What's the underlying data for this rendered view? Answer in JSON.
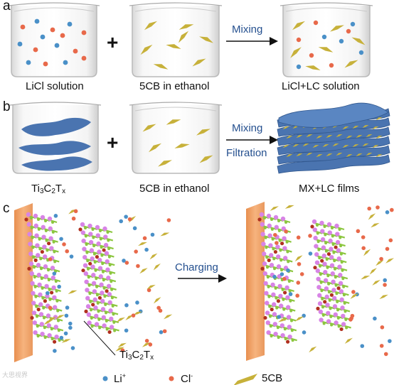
{
  "panels": {
    "a": {
      "letter": "a",
      "beaker1_label": "LiCl solution",
      "beaker2_label": "5CB in ethanol",
      "beaker3_label": "LiCl+LC solution",
      "plus": "+",
      "step": "Mixing"
    },
    "b": {
      "letter": "b",
      "beaker1_label": {
        "base": "Ti",
        "s1": "3",
        "mid": "C",
        "s2": "2",
        "end": "T",
        "s3": "x"
      },
      "beaker2_label": "5CB in ethanol",
      "result_label": "MX+LC films",
      "plus": "+",
      "step1": "Mixing",
      "step2": "Filtration"
    },
    "c": {
      "letter": "c",
      "step": "Charging",
      "callout": {
        "base": "Ti",
        "s1": "3",
        "mid": "C",
        "s2": "2",
        "end": "T",
        "s3": "x"
      }
    }
  },
  "legend": {
    "li": {
      "base": "Li",
      "sup": "+"
    },
    "cl": {
      "base": "Cl",
      "sup": "-"
    },
    "lc": "5CB"
  },
  "watermark": "大思视界",
  "colors": {
    "li_dot": "#4a90c8",
    "cl_dot": "#e8694a",
    "lc_shard": "#c7b13a",
    "mxene_sheet": "#4a74b0",
    "electrode": "#f2a66c",
    "atom_pink": "#d884e6",
    "atom_green": "#8cc63f",
    "atom_red": "#b0301f",
    "step_text": "#25508f"
  }
}
